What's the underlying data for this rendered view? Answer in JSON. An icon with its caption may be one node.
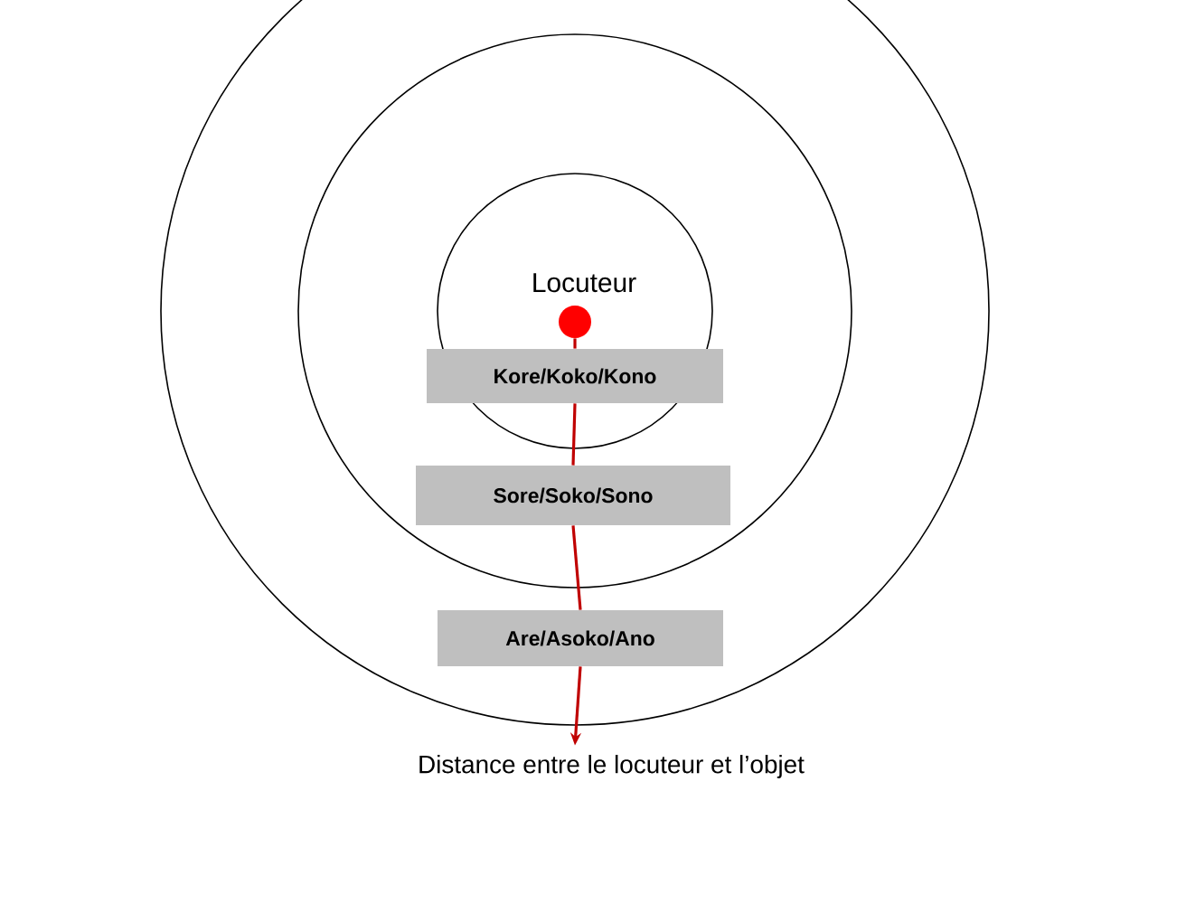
{
  "diagram": {
    "nodes": [
      {
        "text": [],
        "shape": "circle",
        "beside": [
          "Locuteur"
        ]
      },
      {
        "text": [
          "Kore/Koko/Kono"
        ]
      },
      {
        "text": [
          "Sore/Soko/Sono"
        ]
      },
      {
        "text": [
          "Are/Asoko/Ano"
        ]
      },
      {
        "text": [
          "Distance entre le locuteur et l’objet"
        ]
      }
    ],
    "edges": [
      {
        "from": 0,
        "to": 1,
        "arrow": "none"
      },
      {
        "from": 1,
        "to": 2,
        "arrow": "none"
      },
      {
        "from": 2,
        "to": 3,
        "arrow": "none"
      },
      {
        "from": 3,
        "to": 4,
        "arrow": "to"
      }
    ]
  }
}
